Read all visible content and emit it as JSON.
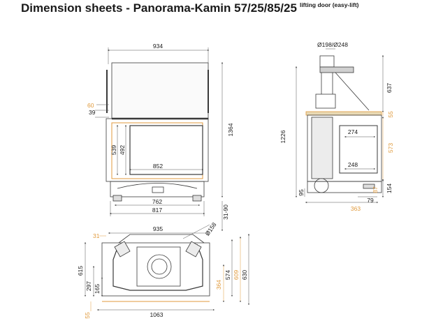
{
  "title": {
    "main": "Dimension sheets - Panorama-Kamin 57/25/85/25",
    "sub": "lifting door (easy-lift)"
  },
  "colors": {
    "line": "#3a3a3a",
    "dim_line": "#555555",
    "accent": "#e09a3c",
    "glass": "#b8b8b8"
  },
  "front": {
    "d_934": "934",
    "d_60": "60",
    "d_39": "39",
    "d_1364": "1364",
    "d_539": "539",
    "d_492": "492",
    "d_852": "852",
    "d_762": "762",
    "d_817": "817",
    "d_31_90": "31-90"
  },
  "side": {
    "d_flue": "Ø198/Ø248",
    "d_637": "637",
    "d_55": "55",
    "d_1226": "1226",
    "d_274": "274",
    "d_573": "573",
    "d_248": "248",
    "d_87": "87",
    "d_95": "95",
    "d_154": "154",
    "d_79": "79",
    "d_363": "363"
  },
  "top": {
    "d_31": "31",
    "d_935": "935",
    "d_158": "Ø158",
    "d_615": "615",
    "d_297": "297",
    "d_165": "165",
    "d_364": "364",
    "d_574": "574",
    "d_609": "609",
    "d_630": "630",
    "d_55": "55",
    "d_1063": "1063"
  }
}
